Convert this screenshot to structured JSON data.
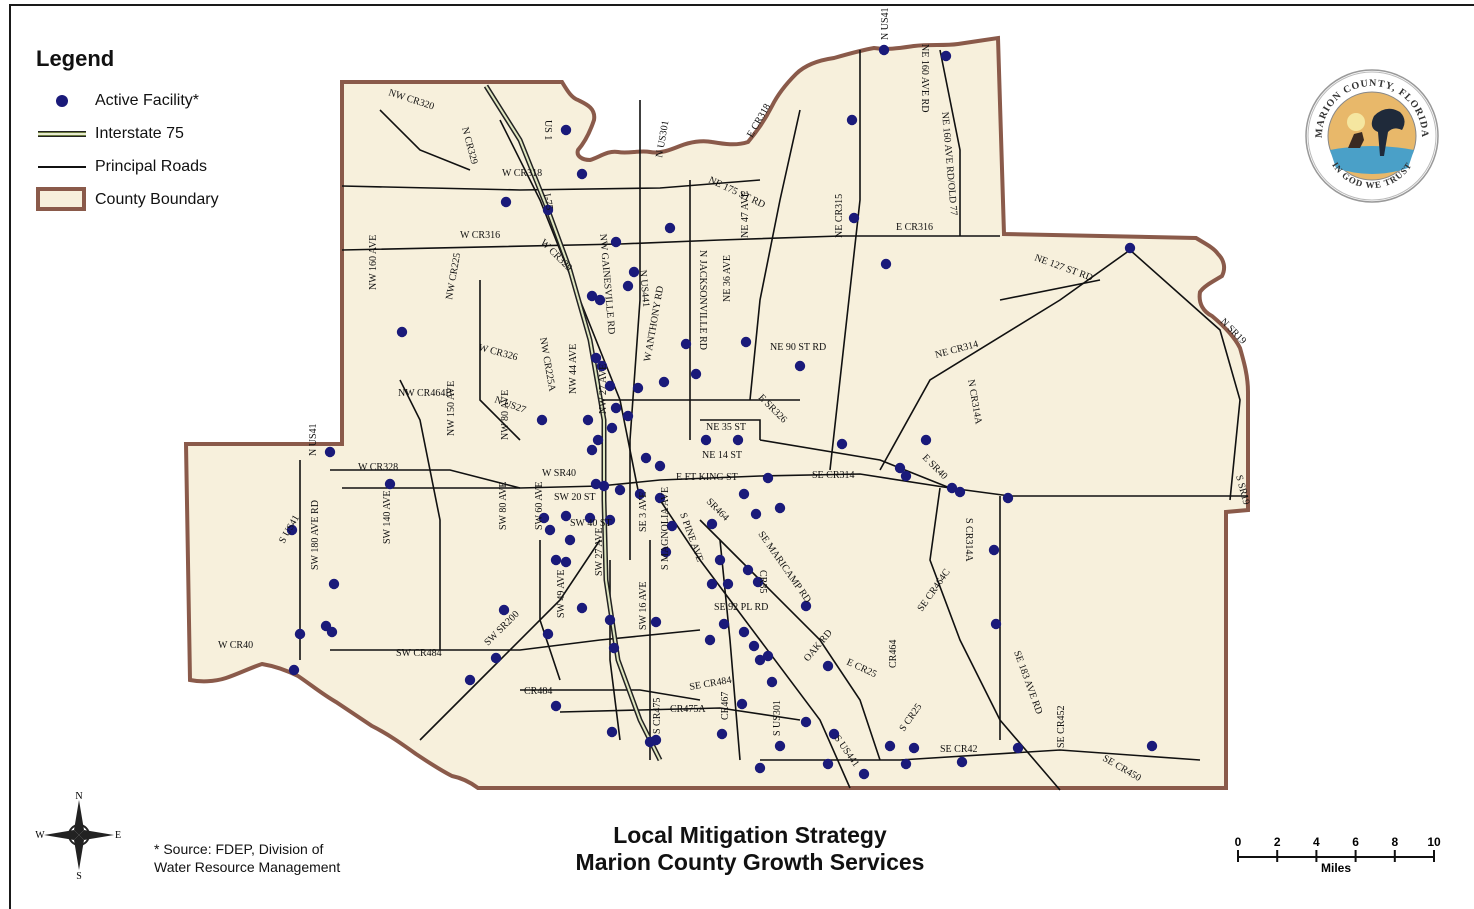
{
  "legend": {
    "title": "Legend",
    "items": [
      {
        "label": "Active Facility*",
        "symbol": "dot"
      },
      {
        "label": "Interstate 75",
        "symbol": "interstate"
      },
      {
        "label": "Principal Roads",
        "symbol": "road"
      },
      {
        "label": "County Boundary",
        "symbol": "boundary"
      }
    ]
  },
  "colors": {
    "land": "#f7f0dc",
    "boundary": "#8a5a4a",
    "facility": "#1a1a7a",
    "interstate": "#6b7a3e",
    "road": "#111111"
  },
  "title": {
    "line1": "Local Mitigation Strategy",
    "line2": "Marion County Growth Services"
  },
  "source": {
    "line1": "* Source:  FDEP, Division of",
    "line2": "Water Resource Management"
  },
  "compass": {
    "n": "N",
    "s": "S",
    "e": "E",
    "w": "W"
  },
  "scale": {
    "ticks": [
      "0",
      "2",
      "4",
      "6",
      "8",
      "10"
    ],
    "unit": "Miles"
  },
  "seal": {
    "top_text": "MARION COUNTY, FLORIDA",
    "bottom_text": "IN GOD WE TRUST"
  },
  "road_labels": [
    "NW CR320",
    "N CR329",
    "US 1",
    "W CR318",
    "I-75",
    "W CR316",
    "W CR329",
    "NW GAINESVILLE RD",
    "N US441",
    "N US301",
    "NE 175 ST RD",
    "E CR318",
    "N US41",
    "NE 160 AVE RD",
    "NE 160 AVE RD/OLD 77",
    "NE CR315",
    "E CR316",
    "NE 127 ST RD",
    "N SR19",
    "NW CR225",
    "NW 160 AVE",
    "W CR326",
    "NW CR225A",
    "N JACKSONVILLE RD",
    "NE 47 AVE",
    "NE 36 AVE",
    "NE 90 ST RD",
    "NE CR314",
    "N CR314A",
    "NW CR464B",
    "N US27",
    "NW 44 AVE",
    "NW 27 AVE",
    "W ANTHONY RD",
    "E SR326",
    "NE 35 ST",
    "NE 14 ST",
    "E FT KING ST",
    "SE CR314",
    "E SR40",
    "S SR19",
    "N US41",
    "W CR328",
    "NW 150 AVE",
    "NW 80 AVE",
    "W SR40",
    "SW 20 ST",
    "SW 40 ST",
    "SR464",
    "S PINE AVE",
    "SE MARICAMP RD",
    "S CR314A",
    "S US41",
    "SW 180 AVE RD",
    "SW 140 AVE",
    "SW 80 AVE",
    "SW 60 AVE",
    "SE 3 AVE",
    "S MAGNOLIA AVE",
    "SW 27 AVE",
    "CR35",
    "SE 92 PL RD",
    "SE CR464C",
    "W CR40",
    "SW CR484",
    "SW SR200",
    "SW 49 AVE",
    "SW 16 AVE",
    "OAK RD",
    "E CR25",
    "SE 183 AVE RD",
    "CR484",
    "SE CR484",
    "CR464",
    "CR475A",
    "CR467",
    "S US301",
    "S US441",
    "S CR25",
    "SE CR42",
    "SE CR452",
    "SE CR450",
    "S CR475"
  ]
}
